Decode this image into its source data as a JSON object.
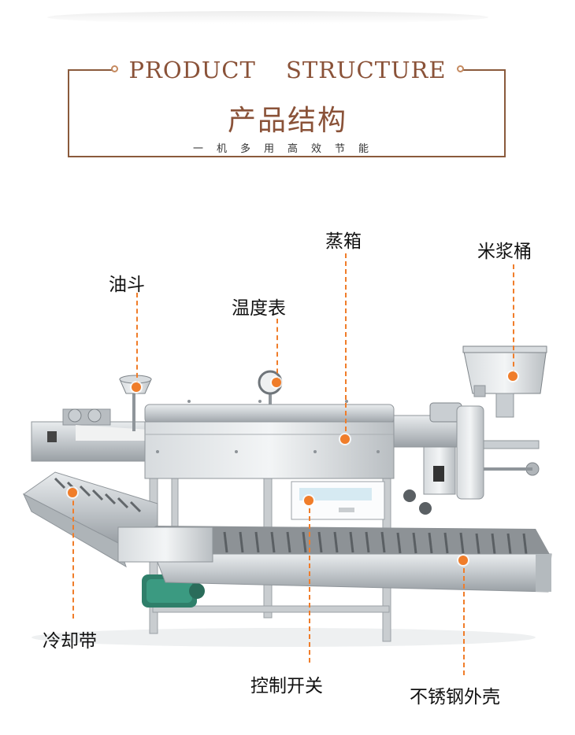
{
  "header": {
    "title_en": "PRODUCT STRUCTURE",
    "title_cn": "产品结构",
    "subtitle": "一机多用高效节能"
  },
  "labels": {
    "oil_hopper": "油斗",
    "thermometer": "温度表",
    "steam_box": "蒸箱",
    "rice_slurry_bucket": "米浆桶",
    "cooling_belt": "冷却带",
    "control_switch": "控制开关",
    "stainless_shell": "不锈钢外壳"
  },
  "colors": {
    "title": "#8a5238",
    "frame": "#8a5a3c",
    "marker": "#f07d2a"
  }
}
